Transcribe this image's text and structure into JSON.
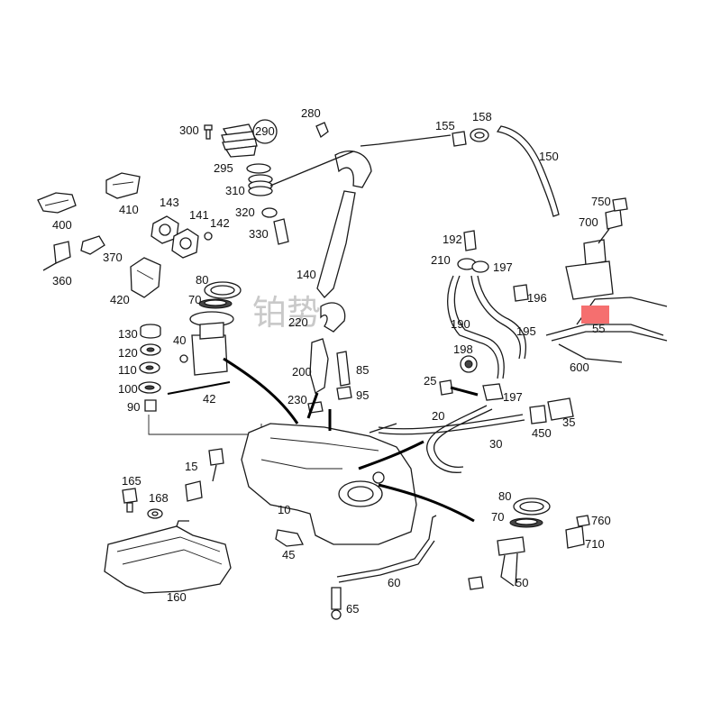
{
  "watermark": "铂势",
  "highlight_color": "#f56f6f",
  "callouts": [
    {
      "id": "c300",
      "text": "300"
    },
    {
      "id": "c290",
      "text": "290"
    },
    {
      "id": "c295",
      "text": "295"
    },
    {
      "id": "c310",
      "text": "310"
    },
    {
      "id": "c320",
      "text": "320"
    },
    {
      "id": "c330",
      "text": "330"
    },
    {
      "id": "c280",
      "text": "280"
    },
    {
      "id": "c155",
      "text": "155"
    },
    {
      "id": "c158",
      "text": "158"
    },
    {
      "id": "c150",
      "text": "150"
    },
    {
      "id": "c750",
      "text": "750"
    },
    {
      "id": "c700",
      "text": "700"
    },
    {
      "id": "c410",
      "text": "410"
    },
    {
      "id": "c400",
      "text": "400"
    },
    {
      "id": "c143",
      "text": "143"
    },
    {
      "id": "c141",
      "text": "141"
    },
    {
      "id": "c142",
      "text": "142"
    },
    {
      "id": "c370",
      "text": "370"
    },
    {
      "id": "c360",
      "text": "360"
    },
    {
      "id": "c420",
      "text": "420"
    },
    {
      "id": "c80a",
      "text": "80"
    },
    {
      "id": "c70a",
      "text": "70"
    },
    {
      "id": "c140",
      "text": "140"
    },
    {
      "id": "c192",
      "text": "192"
    },
    {
      "id": "c210",
      "text": "210"
    },
    {
      "id": "c197a",
      "text": "197"
    },
    {
      "id": "c196",
      "text": "196"
    },
    {
      "id": "c190",
      "text": "190"
    },
    {
      "id": "c195",
      "text": "195"
    },
    {
      "id": "c55",
      "text": "55"
    },
    {
      "id": "c600",
      "text": "600"
    },
    {
      "id": "c130",
      "text": "130"
    },
    {
      "id": "c120",
      "text": "120"
    },
    {
      "id": "c110",
      "text": "110"
    },
    {
      "id": "c100",
      "text": "100"
    },
    {
      "id": "c90",
      "text": "90"
    },
    {
      "id": "c40",
      "text": "40"
    },
    {
      "id": "c42",
      "text": "42"
    },
    {
      "id": "c220",
      "text": "220"
    },
    {
      "id": "c200",
      "text": "200"
    },
    {
      "id": "c85",
      "text": "85"
    },
    {
      "id": "c95",
      "text": "95"
    },
    {
      "id": "c230",
      "text": "230"
    },
    {
      "id": "c198",
      "text": "198"
    },
    {
      "id": "c25",
      "text": "25"
    },
    {
      "id": "c197b",
      "text": "197"
    },
    {
      "id": "c20",
      "text": "20"
    },
    {
      "id": "c30",
      "text": "30"
    },
    {
      "id": "c450",
      "text": "450"
    },
    {
      "id": "c35",
      "text": "35"
    },
    {
      "id": "c165",
      "text": "165"
    },
    {
      "id": "c168",
      "text": "168"
    },
    {
      "id": "c15",
      "text": "15"
    },
    {
      "id": "c10",
      "text": "10"
    },
    {
      "id": "c80b",
      "text": "80"
    },
    {
      "id": "c70b",
      "text": "70"
    },
    {
      "id": "c760",
      "text": "760"
    },
    {
      "id": "c710",
      "text": "710"
    },
    {
      "id": "c45",
      "text": "45"
    },
    {
      "id": "c60",
      "text": "60"
    },
    {
      "id": "c50",
      "text": "50"
    },
    {
      "id": "c160",
      "text": "160"
    },
    {
      "id": "c65",
      "text": "65"
    }
  ]
}
